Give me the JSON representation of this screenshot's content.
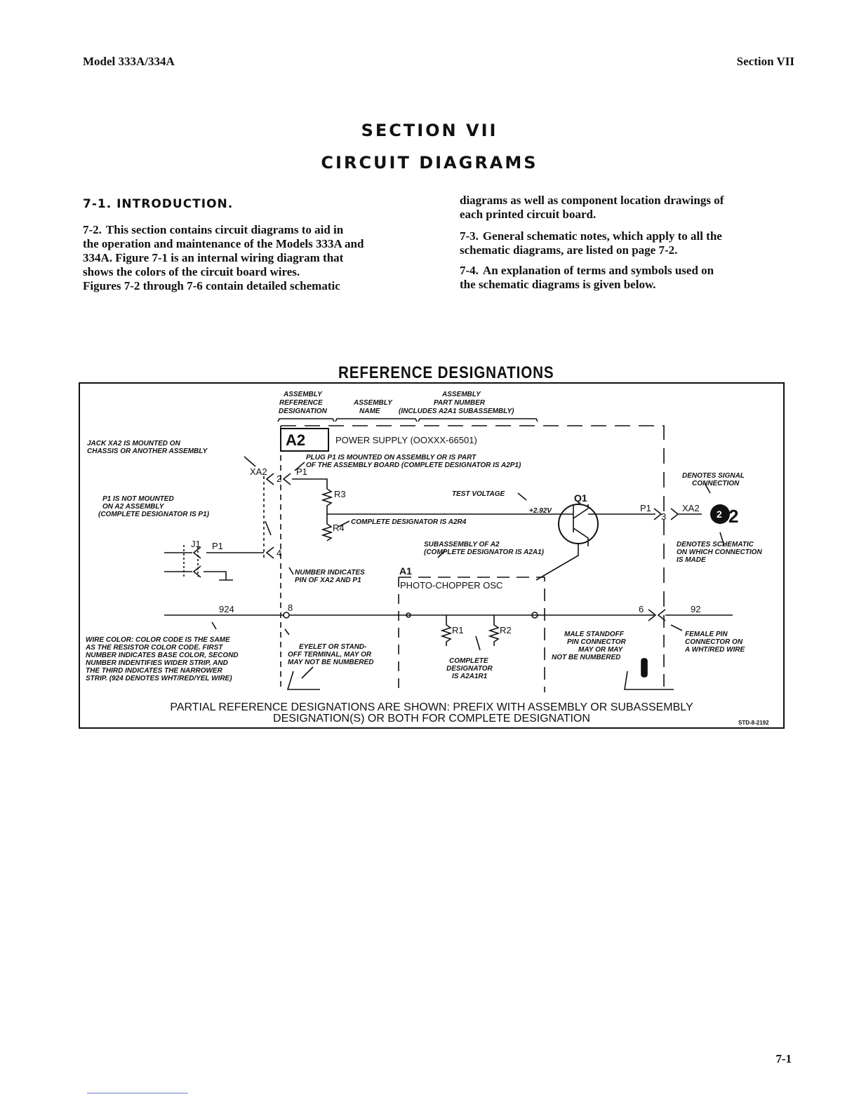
{
  "header": {
    "left": "Model 333A/334A",
    "right": "Section VII"
  },
  "title": {
    "line1": "SECTION VII",
    "line2": "CIRCUIT DIAGRAMS"
  },
  "intro": {
    "heading": "7-1. INTRODUCTION.",
    "p2": {
      "num": "7-2.",
      "lines": [
        "This section contains circuit diagrams to aid in",
        "the operation and maintenance of the Models 333A and",
        "334A. Figure 7-1 is an internal wiring diagram that",
        "shows the colors of the circuit board wires.",
        "Figures 7-2 through 7-6 contain detailed schematic"
      ]
    },
    "col2_lines": [
      "diagrams as well as component location drawings of",
      "each printed circuit board."
    ],
    "p3": {
      "num": "7-3.",
      "lines": [
        "General schematic notes, which apply to all the",
        "schematic diagrams, are listed on page 7-2."
      ]
    },
    "p4": {
      "num": "7-4.",
      "lines": [
        "An explanation of terms and symbols used on",
        "the schematic diagrams is given below."
      ]
    }
  },
  "figure": {
    "title": "REFERENCE DESIGNATIONS",
    "top_labels": {
      "assy_ref": [
        "ASSEMBLY",
        "REFERENCE",
        "DESIGNATION"
      ],
      "assy_name": [
        "ASSEMBLY",
        "NAME"
      ],
      "assy_part": [
        "ASSEMBLY",
        "PART NUMBER",
        "(INCLUDES A2A1 SUBASSEMBLY)"
      ]
    },
    "assembly_box": "A2",
    "power_supply": "POWER SUPPLY (OOXXX-66501)",
    "jack_note": [
      "JACK XA2 IS MOUNTED ON",
      "CHASSIS OR ANOTHER ASSEMBLY"
    ],
    "plug_note": [
      "PLUG P1 IS MOUNTED ON ASSEMBLY OR IS PART",
      "OF THE ASSEMBLY BOARD (COMPLETE DESIGNATOR IS A2P1)"
    ],
    "p1_note": [
      "P1 IS NOT MOUNTED",
      "ON A2 ASSEMBLY",
      "(COMPLETE DESIGNATOR IS P1)"
    ],
    "signal_note": [
      "DENOTES SIGNAL",
      "CONNECTION"
    ],
    "test_voltage": "TEST VOLTAGE",
    "voltage_value": "+2.92V",
    "r4_note": "COMPLETE DESIGNATOR IS A2R4",
    "sub_note": [
      "SUBASSEMBLY OF A2",
      "(COMPLETE DESIGNATOR IS A2A1)"
    ],
    "schematic_note": [
      "DENOTES SCHEMATIC",
      "ON WHICH CONNECTION",
      "IS MADE"
    ],
    "pin_note": [
      "NUMBER INDICATES",
      "PIN OF XA2 AND P1"
    ],
    "photo_chopper": "PHOTO-CHOPPER OSC",
    "wire_note": [
      "WIRE COLOR: COLOR CODE IS THE SAME",
      "AS THE RESISTOR COLOR CODE. FIRST",
      "NUMBER INDICATES BASE COLOR, SECOND",
      "NUMBER INDENTIFIES WIDER STRIP, AND",
      "THE THIRD INDICATES THE NARROWER",
      "STRIP. (924 DENOTES WHT/RED/YEL WIRE)"
    ],
    "eyelet_note": [
      "EYELET OR STAND-",
      "OFF TERMINAL, MAY OR",
      "MAY NOT BE NUMBERED"
    ],
    "r1_note": [
      "COMPLETE",
      "DESIGNATOR",
      "IS A2A1R1"
    ],
    "male_note": [
      "MALE STANDOFF",
      "PIN CONNECTOR",
      "MAY OR MAY",
      "NOT BE NUMBERED"
    ],
    "female_note": [
      "FEMALE PIN",
      "CONNECTOR ON",
      "A WHT/RED WIRE"
    ],
    "labels": {
      "xa2": "XA2",
      "p1": "P1",
      "j1": "J1",
      "r3": "R3",
      "r4": "R4",
      "q1": "Q1",
      "a1": "A1",
      "r1": "R1",
      "r2": "R2",
      "wire924": "924",
      "wire92": "92",
      "pin2": "2",
      "pin4": "4",
      "pin8": "8",
      "pin3": "3",
      "pin6": "6",
      "signal_num": "2",
      "schematic_num": "2"
    },
    "footer": [
      "PARTIAL REFERENCE DESIGNATIONS ARE SHOWN: PREFIX WITH ASSEMBLY OR SUBASSEMBLY",
      "DESIGNATION(S) OR BOTH FOR COMPLETE DESIGNATION"
    ],
    "std_code": "STD-8-2192"
  },
  "page_number": "7-1"
}
